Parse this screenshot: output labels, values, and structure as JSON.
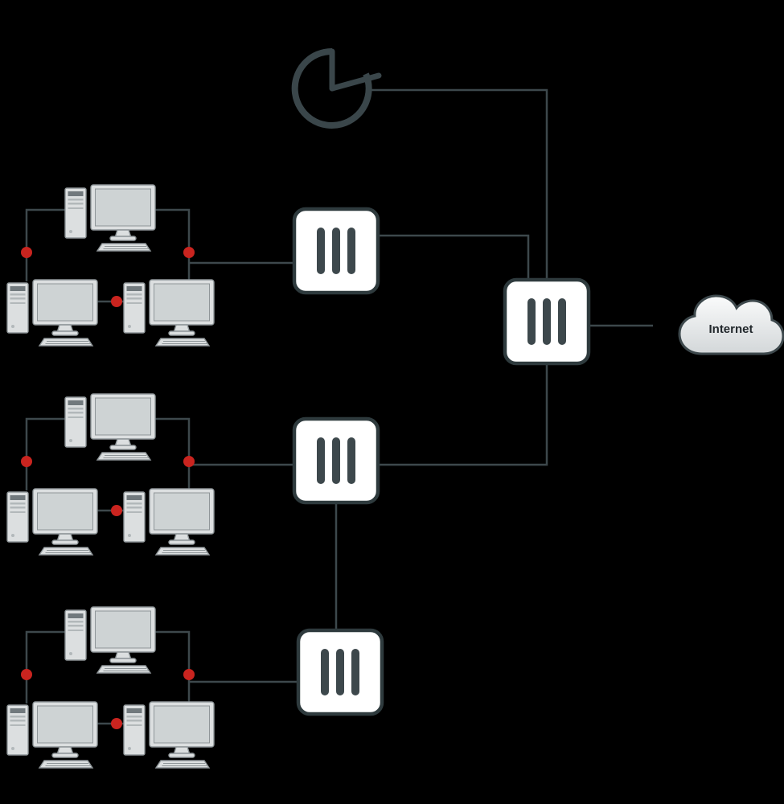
{
  "diagram": {
    "kind": "network-topology",
    "background_color": "#000000",
    "internet": {
      "label": "Internet"
    },
    "colors": {
      "line": "#3d484c",
      "clock": "#3a464a",
      "switch_fill": "#ffffff",
      "switch_stroke": "#2e3a3d",
      "switch_bar": "#3d484c",
      "node_dot": "#c9241f",
      "cloud_stroke": "#3d484c",
      "cloud_top": "#fafbfb",
      "cloud_bottom": "#d3d7d9",
      "label_text": "#21272b",
      "pc_body": "#dcdfe0",
      "pc_screen": "#ced3d4",
      "pc_stroke": "#8f9699",
      "pc_dark": "#71797d",
      "pc_mid": "#b2b8ba"
    },
    "nodes": {
      "clock": "timer-clock-icon",
      "switches": [
        "access-switch-top",
        "core-switch",
        "access-switch-middle",
        "access-switch-bottom"
      ],
      "lan_groups": [
        "lan-group-1",
        "lan-group-2",
        "lan-group-3"
      ],
      "cloud": "internet-cloud",
      "dots_per_group": 3,
      "workstations_per_group": 3
    }
  }
}
